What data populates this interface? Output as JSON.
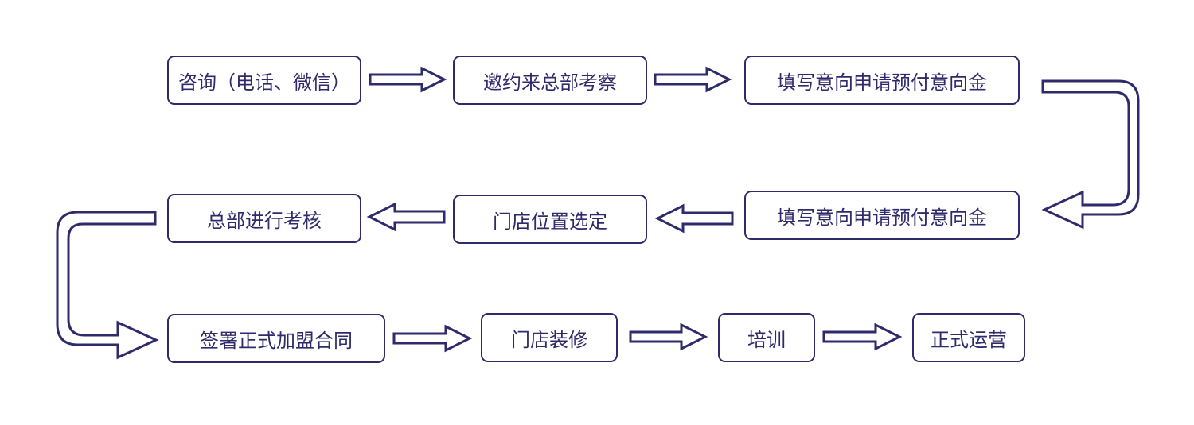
{
  "colors": {
    "stroke": "#2e2a6b",
    "fill": "#ffffff",
    "text": "#2e2a6b"
  },
  "steps": [
    {
      "id": "consult",
      "label": "咨询（电话、微信）"
    },
    {
      "id": "invite",
      "label": "邀约来总部考察"
    },
    {
      "id": "apply1",
      "label": "填写意向申请预付意向金"
    },
    {
      "id": "apply2",
      "label": "填写意向申请预付意向金"
    },
    {
      "id": "site",
      "label": "门店位置选定"
    },
    {
      "id": "review",
      "label": "总部进行考核"
    },
    {
      "id": "contract",
      "label": "签署正式加盟合同"
    },
    {
      "id": "decor",
      "label": "门店装修"
    },
    {
      "id": "training",
      "label": "培训"
    },
    {
      "id": "operate",
      "label": "正式运营"
    }
  ]
}
